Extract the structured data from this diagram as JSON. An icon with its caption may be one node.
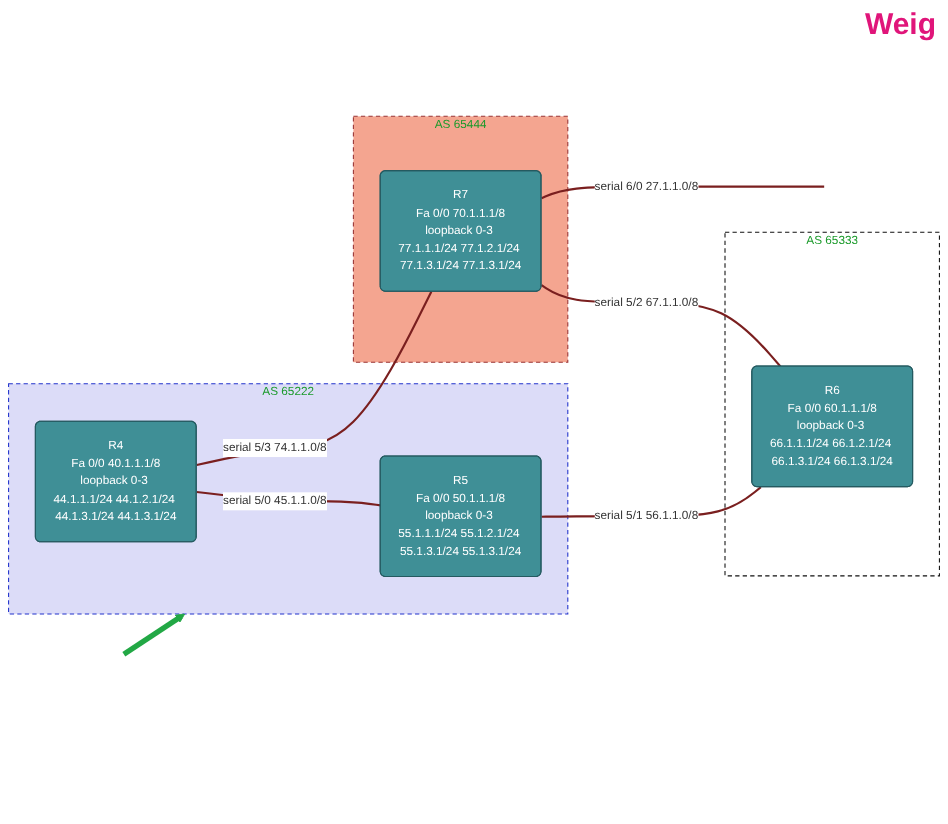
{
  "diagram": {
    "nodes": [
      {
        "text": [
          "AS 65222"
        ]
      },
      {
        "text": [
          "R5",
          "Fa 0/0 50.1.1.1/8",
          "loopback 0-3 55.1.1.1/24 55.1.2.1/24 55.1.3.1/24 55.1.3.1/24"
        ],
        "in": 0
      },
      {
        "text": [
          "R4",
          "Fa 0/0 40.1.1.1/8",
          "loopback 0-3 44.1.1.1/24 44.1.2.1/24 44.1.3.1/24 44.1.3.1/24"
        ],
        "in": 0
      },
      {
        "text": [
          "AS 65333"
        ]
      },
      {
        "text": [
          "R6",
          "Fa 0/0 60.1.1.1/8",
          "loopback 0-3 66.1.1.1/24 66.1.2.1/24 66.1.3.1/24 66.1.3.1/24"
        ],
        "in": 3
      },
      {
        "text": [
          "AS 65444"
        ]
      },
      {
        "text": [
          "R7",
          "Fa 0/0 70.1.1.1/8",
          "loopback 0-3 77.1.1.1/24 77.1.2.1/24 77.1.3.1/24 77.1.3.1/24"
        ],
        "in": 5
      }
    ],
    "edges": [
      {
        "from": null,
        "to": 0,
        "arrow": "to",
        "style": "thick",
        "color": "#22a845"
      },
      {
        "from": 2,
        "to": 1,
        "arrow": "none",
        "label": "serial 5/0 45.1.1.0/8"
      },
      {
        "from": 1,
        "to": 4,
        "arrow": "none",
        "label": "serial 5/1 56.1.1.0/8"
      },
      {
        "from": 2,
        "to": 6,
        "arrow": "none",
        "label": "serial 5/3 74.1.1.0/8"
      },
      {
        "from": 6,
        "to": 4,
        "arrow": "none",
        "label": "serial 5/2 67.1.1.0/8"
      },
      {
        "from": 6,
        "to": null,
        "arrow": "none",
        "label": "serial 6/0 27.1.1.0/8"
      }
    ],
    "labels": [
      "Weig"
    ]
  }
}
